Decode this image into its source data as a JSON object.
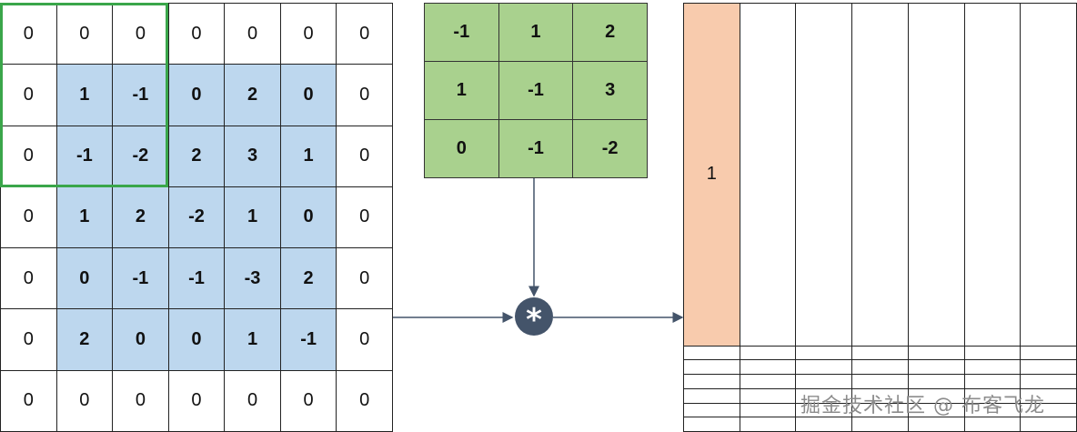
{
  "input_matrix": [
    [
      "0",
      "0",
      "0",
      "0",
      "0",
      "0",
      "0"
    ],
    [
      "0",
      "1",
      "-1",
      "0",
      "2",
      "0",
      "0"
    ],
    [
      "0",
      "-1",
      "-2",
      "2",
      "3",
      "1",
      "0"
    ],
    [
      "0",
      "1",
      "2",
      "-2",
      "1",
      "0",
      "0"
    ],
    [
      "0",
      "0",
      "-1",
      "-1",
      "-3",
      "2",
      "0"
    ],
    [
      "0",
      "2",
      "0",
      "0",
      "1",
      "-1",
      "0"
    ],
    [
      "0",
      "0",
      "0",
      "0",
      "0",
      "0",
      "0"
    ]
  ],
  "kernel_matrix": [
    [
      "-1",
      "1",
      "2"
    ],
    [
      "1",
      "-1",
      "3"
    ],
    [
      "0",
      "-1",
      "-2"
    ]
  ],
  "output_matrix": [
    [
      "1",
      "",
      "",
      "",
      "",
      "",
      ""
    ],
    [
      "",
      "",
      "",
      "",
      "",
      "",
      ""
    ],
    [
      "",
      "",
      "",
      "",
      "",
      "",
      ""
    ],
    [
      "",
      "",
      "",
      "",
      "",
      "",
      ""
    ],
    [
      "",
      "",
      "",
      "",
      "",
      "",
      ""
    ],
    [
      "",
      "",
      "",
      "",
      "",
      "",
      ""
    ],
    [
      "",
      "",
      "",
      "",
      "",
      "",
      ""
    ]
  ],
  "operator_symbol": "*",
  "watermark": "掘金技术社区 @ 布客飞龙",
  "colors": {
    "input_inner": "#bdd7ee",
    "kernel_fill": "#a9d18e",
    "output_filled": "#f8cbad",
    "window_border": "#3aa64a",
    "operator_fill": "#44546a",
    "arrow": "#44546a"
  }
}
